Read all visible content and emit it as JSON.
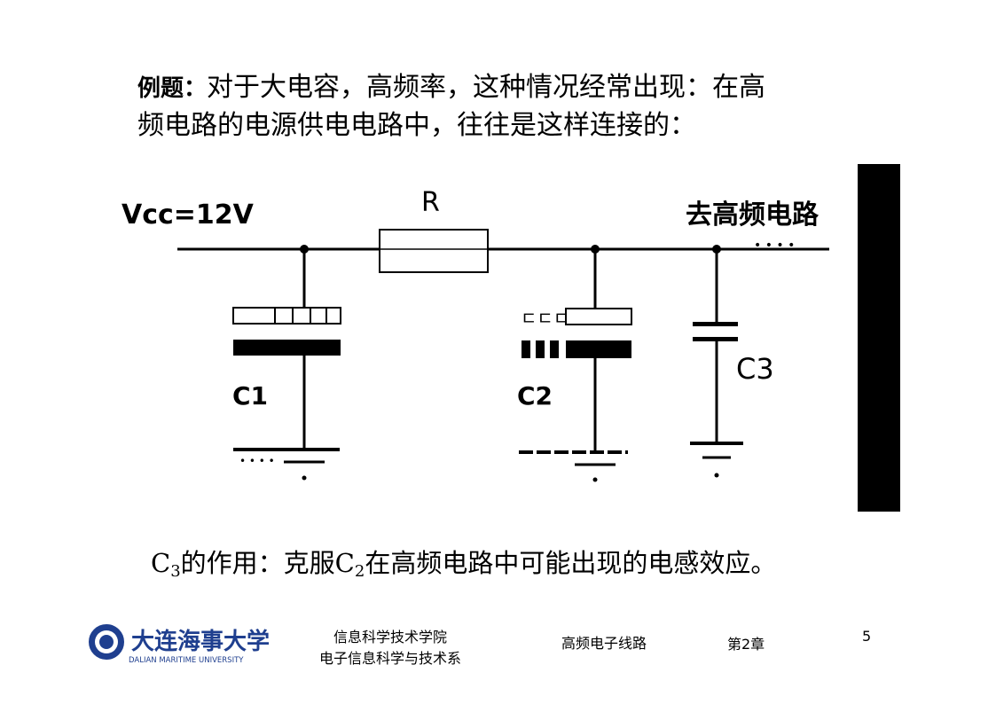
{
  "intro": {
    "label": "例题：",
    "line1": "对于大电容，高频率，这种情况经常出现：在高",
    "line2": "频电路的电源供电电路中，往往是这样连接的："
  },
  "circuit": {
    "supply_label": "Vcc=12V",
    "resistor_label": "R",
    "output_label": "去高频电路",
    "c1_label": "C1",
    "c2_label": "C2",
    "c3_label": "C3"
  },
  "note": {
    "c3": "C",
    "c3_sub": "3",
    "text1": "的作用：克服",
    "c2": "C",
    "c2_sub": "2",
    "text2": "在高频电路中可能出现的电感效应。"
  },
  "footer": {
    "university_cn": "大连海事大学",
    "university_en": "DALIAN MARITIME UNIVERSITY",
    "college_line1": "信息科学技术学院",
    "college_line2": "电子信息科学与技术系",
    "course": "高频电子线路",
    "chapter": "第2章",
    "page_number": "5"
  }
}
